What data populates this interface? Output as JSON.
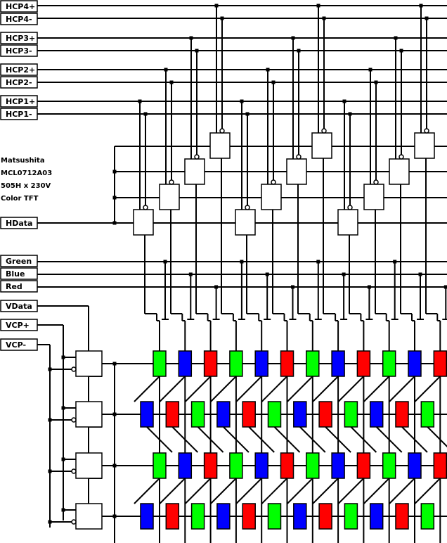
{
  "bus_labels": {
    "hcp4_plus": "HCP4+",
    "hcp4_minus": "HCP4-",
    "hcp3_plus": "HCP3+",
    "hcp3_minus": "HCP3-",
    "hcp2_plus": "HCP2+",
    "hcp2_minus": "HCP2-",
    "hcp1_plus": "HCP1+",
    "hcp1_minus": "HCP1-",
    "hdata": "HData",
    "green": "Green",
    "blue": "Blue",
    "red": "Red",
    "vdata": "VData",
    "vcp_plus": "VCP+",
    "vcp_minus": "VCP-"
  },
  "device_info": {
    "maker": "Matsushita",
    "model": "MCL0712A03",
    "resolution": "505H x 230V",
    "type": "Color TFT"
  },
  "colors": {
    "green": "#00ff00",
    "blue": "#0000ff",
    "red": "#ff0000",
    "wire": "#000000",
    "background": "#ffffff"
  },
  "pixel_rows": [
    [
      "G",
      "B",
      "R",
      "G",
      "B",
      "R",
      "G",
      "B",
      "R",
      "G",
      "B",
      "R"
    ],
    [
      "B",
      "R",
      "G",
      "B",
      "R",
      "G",
      "B",
      "R",
      "G",
      "B",
      "R",
      "G"
    ],
    [
      "G",
      "B",
      "R",
      "G",
      "B",
      "R",
      "G",
      "B",
      "R",
      "G",
      "B",
      "R"
    ],
    [
      "B",
      "R",
      "G",
      "B",
      "R",
      "G",
      "B",
      "R",
      "G",
      "B",
      "R",
      "G"
    ]
  ]
}
